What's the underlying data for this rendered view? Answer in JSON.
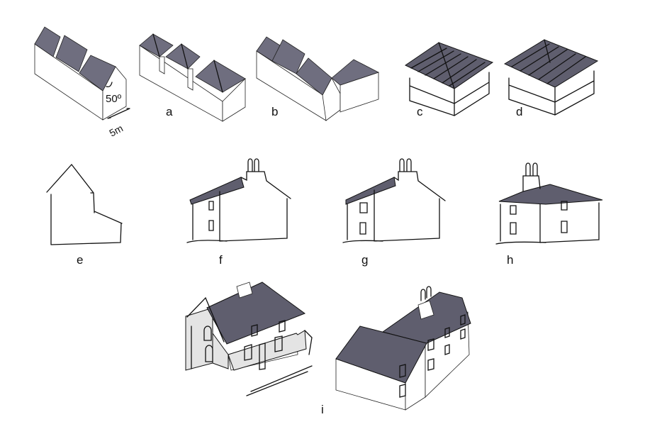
{
  "colors": {
    "roof": "#6f6e7f",
    "line": "#222222"
  },
  "figure": {
    "base": {
      "angle_label": "50º",
      "width_label": "5m"
    },
    "labels": [
      "a",
      "b",
      "c",
      "d",
      "e",
      "f",
      "g",
      "h",
      "i"
    ]
  }
}
